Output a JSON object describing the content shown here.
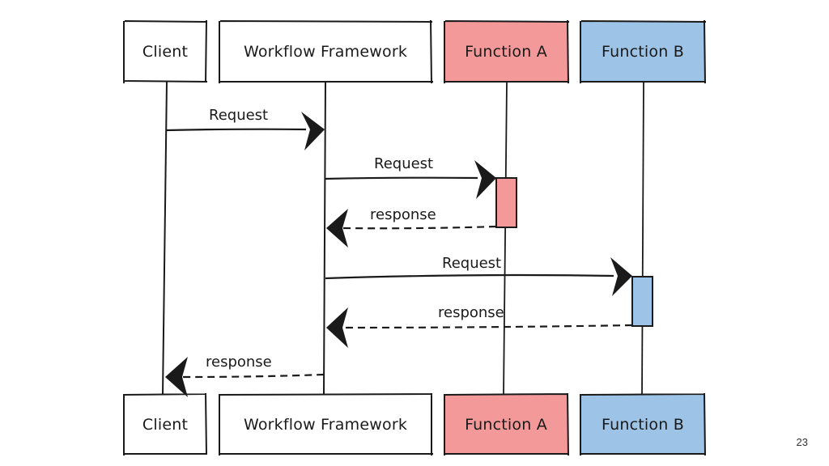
{
  "diagram": {
    "type": "sequence",
    "participants": [
      {
        "id": "client",
        "label": "Client",
        "fill": "#ffffff"
      },
      {
        "id": "workflow",
        "label": "Workflow Framework",
        "fill": "#ffffff"
      },
      {
        "id": "functionA",
        "label": "Function A",
        "fill": "#f4999a"
      },
      {
        "id": "functionB",
        "label": "Function B",
        "fill": "#9dc3e6"
      }
    ],
    "messages": [
      {
        "from": "client",
        "to": "workflow",
        "label": "Request",
        "style": "solid"
      },
      {
        "from": "workflow",
        "to": "functionA",
        "label": "Request",
        "style": "solid"
      },
      {
        "from": "functionA",
        "to": "workflow",
        "label": "response",
        "style": "dashed"
      },
      {
        "from": "workflow",
        "to": "functionB",
        "label": "Request",
        "style": "solid"
      },
      {
        "from": "functionB",
        "to": "workflow",
        "label": "response",
        "style": "dashed"
      },
      {
        "from": "workflow",
        "to": "client",
        "label": "response",
        "style": "dashed"
      }
    ],
    "activations": [
      {
        "participant": "functionA",
        "fill": "#f4999a"
      },
      {
        "participant": "functionB",
        "fill": "#9dc3e6"
      }
    ]
  },
  "page_number": "23"
}
